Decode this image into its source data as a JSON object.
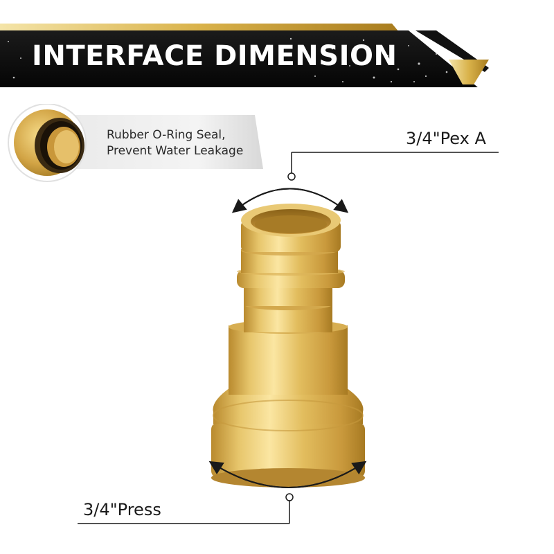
{
  "header": {
    "title": "INTERFACE DIMENSION"
  },
  "feature": {
    "line1": "Rubber O-Ring Seal,",
    "line2": "Prevent Water Leakage"
  },
  "dimensions": {
    "top_label": "3/4\"Pex A",
    "bottom_label": "3/4\"Press"
  },
  "colors": {
    "gold": "#d9b24a",
    "brass": "#e2be62",
    "banner_black": "#0e0e0e",
    "leader_line": "#1a1a1a"
  }
}
